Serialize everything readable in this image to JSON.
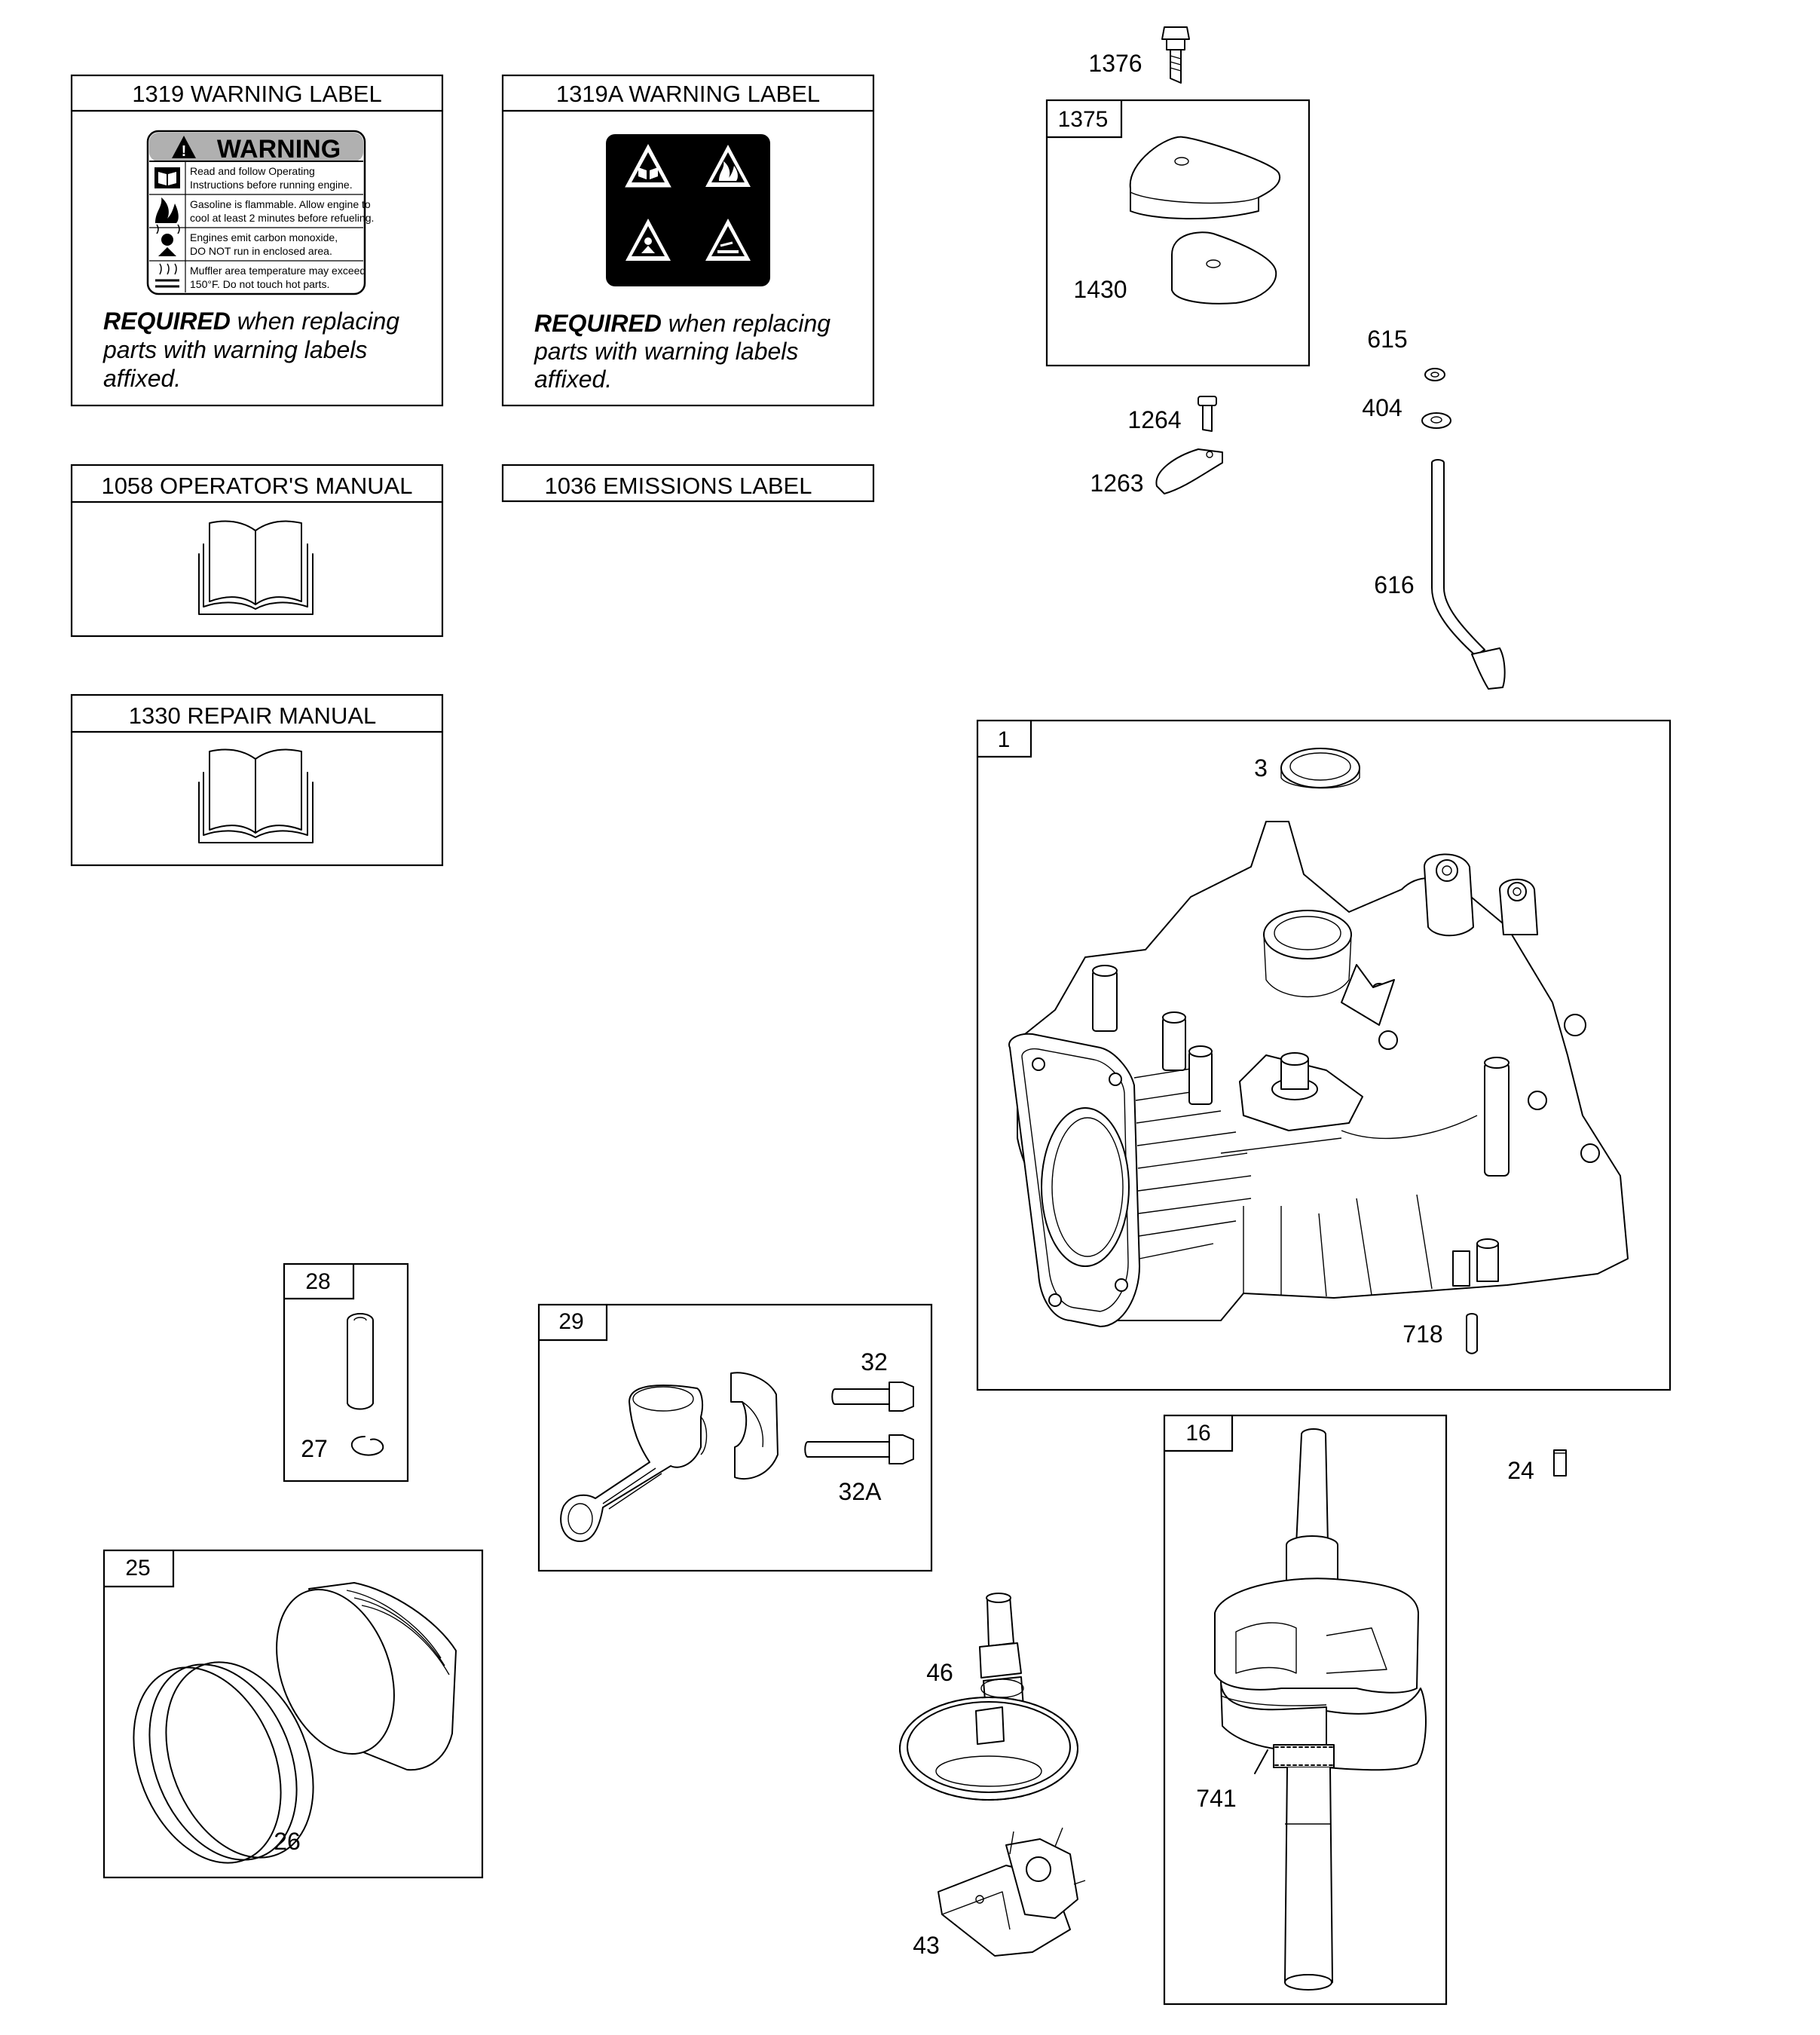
{
  "diagram": {
    "label_boxes": {
      "warning_1319": {
        "title": "1319 WARNING LABEL",
        "decal_heading": "WARNING",
        "decal_lines": [
          "Read and follow Operating",
          "Instructions before running engine.",
          "Gasoline is flammable. Allow engine to",
          "cool at least 2 minutes before refueling.",
          "Engines emit carbon monoxide,",
          "DO NOT run in enclosed area.",
          "Muffler area temperature may exceed",
          "150°F.  Do not touch hot parts."
        ],
        "required_bold": "REQUIRED",
        "required_rest": " when replacing",
        "required_line2": "parts with warning labels",
        "required_line3": "affixed."
      },
      "warning_1319a": {
        "title": "1319A WARNING LABEL",
        "required_bold": "REQUIRED",
        "required_rest": " when replacing",
        "required_line2": "parts with warning labels",
        "required_line3": "affixed."
      },
      "operators_manual": {
        "title": "1058 OPERATOR'S MANUAL"
      },
      "emissions_label": {
        "title": "1036 EMISSIONS LABEL"
      },
      "repair_manual": {
        "title": "1330 REPAIR MANUAL"
      }
    },
    "group_boxes": {
      "breather": "1375",
      "crankcase": "1",
      "piston_pin": "28",
      "connecting_rod": "29",
      "piston_assembly": "25",
      "crankshaft": "16"
    },
    "callouts": {
      "p1376": "1376",
      "p1430": "1430",
      "p615": "615",
      "p404": "404",
      "p1264": "1264",
      "p1263": "1263",
      "p616": "616",
      "p3": "3",
      "p718": "718",
      "p27": "27",
      "p32": "32",
      "p32a": "32A",
      "p24": "24",
      "p26": "26",
      "p46": "46",
      "p741": "741",
      "p43": "43"
    }
  }
}
